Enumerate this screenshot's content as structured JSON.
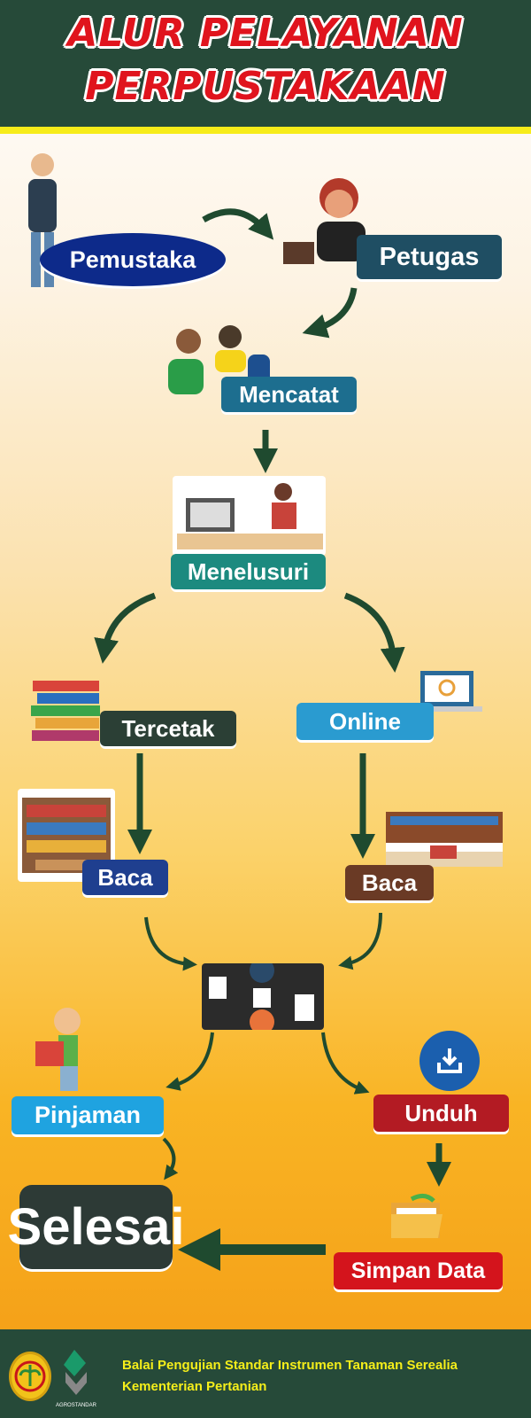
{
  "title": {
    "line1": "ALUR PELAYANAN",
    "line2": "PERPUSTAKAAN"
  },
  "steps": {
    "pemustaka": "Pemustaka",
    "petugas": "Petugas",
    "mencatat": "Mencatat",
    "menelusuri": "Menelusuri",
    "tercetak": "Tercetak",
    "online": "Online",
    "baca_left": "Baca",
    "baca_right": "Baca",
    "pinjaman": "Pinjaman",
    "unduh": "Unduh",
    "selesai": "Selesai",
    "simpan_data": "Simpan Data"
  },
  "footer": {
    "line1": "Balai Pengujian Standar Instrumen Tanaman Serealia",
    "line2": "Kementerian Pertanian",
    "logo_text": "AGROSTANDAR"
  },
  "colors": {
    "header": "#264a39",
    "accent": "#f7ec1a",
    "title": "#e0141d",
    "arrow": "#1f4a2f"
  }
}
